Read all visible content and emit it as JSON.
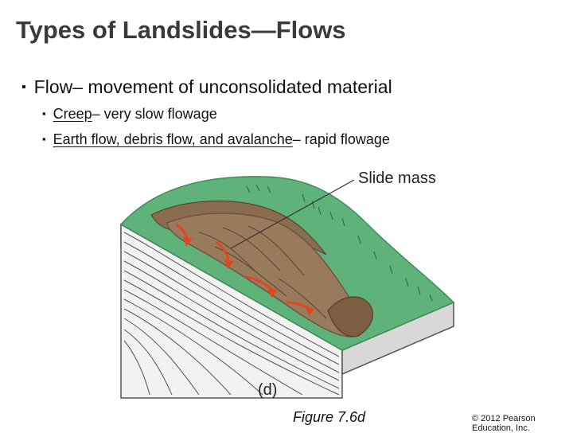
{
  "slide": {
    "title": "Types of Landslides—Flows"
  },
  "bullets": {
    "main": {
      "term": "Flow",
      "rest": " – movement of unconsolidated material"
    },
    "sub1": {
      "term": "Creep",
      "rest": " – very slow flowage"
    },
    "sub2": {
      "term": "Earth flow, debris flow, and avalanche ",
      "rest": "– rapid flowage"
    }
  },
  "figure": {
    "label_callout": "Slide mass",
    "panel_label": "(d)",
    "caption": "Figure 7.6d",
    "colors": {
      "grass": "#5fb27a",
      "grass_dark": "#3e8d59",
      "slide": "#9a7a5c",
      "slide_dark": "#6e533b",
      "arrow": "#e0461f"
    }
  },
  "footer": {
    "copyright": "© 2012 Pearson Education, Inc."
  }
}
